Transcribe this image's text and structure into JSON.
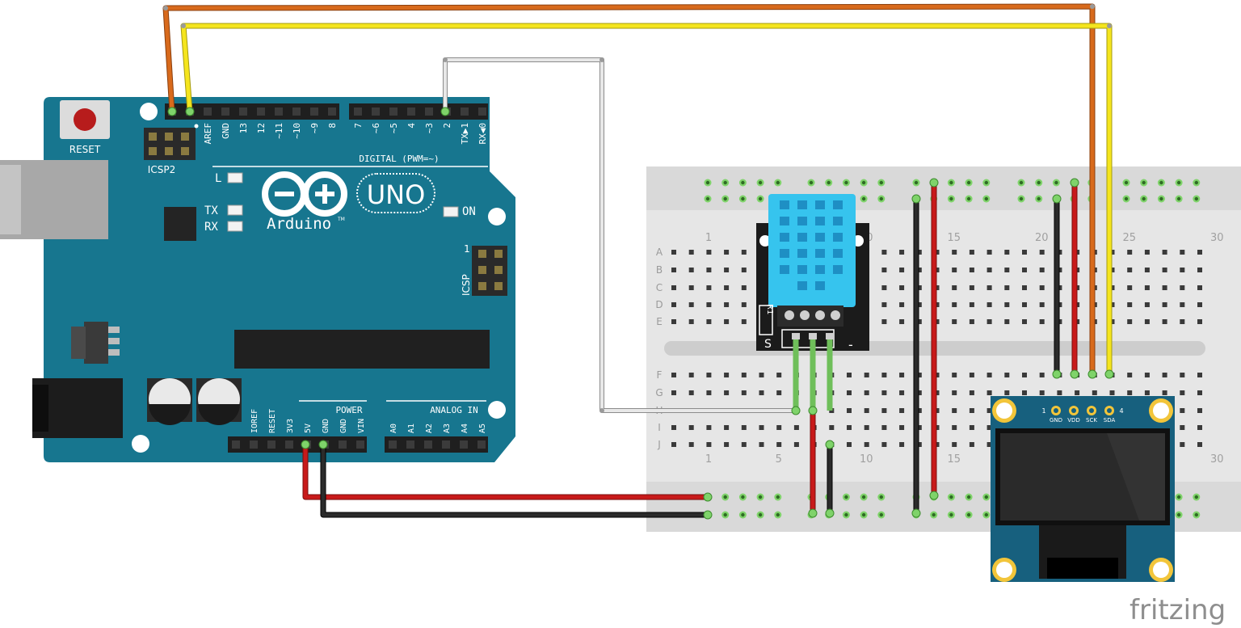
{
  "arduino": {
    "reset_label": "RESET",
    "icsp2_label": "ICSP2",
    "icsp_label": "ICSP",
    "icsp_pin1": "1",
    "logo_text": "Arduino",
    "tm": "TM",
    "model": "UNO",
    "on_label": "ON",
    "led_labels": [
      "L",
      "TX",
      "RX"
    ],
    "digital_header": "DIGITAL (PWM=~)",
    "digital_pins": [
      "AREF",
      "GND",
      "13",
      "12",
      "~11",
      "~10",
      "~9",
      "8",
      "7",
      "~6",
      "~5",
      "4",
      "~3",
      "2",
      "TX▶1",
      "RX◀0"
    ],
    "power_header": "POWER",
    "power_pins": [
      "IOREF",
      "RESET",
      "3V3",
      "5V",
      "GND",
      "GND",
      "VIN"
    ],
    "analog_header": "ANALOG IN",
    "analog_pins": [
      "A0",
      "A1",
      "A2",
      "A3",
      "A4",
      "A5"
    ]
  },
  "breadboard": {
    "row_letters_top": [
      "A",
      "B",
      "C",
      "D",
      "E"
    ],
    "row_letters_bottom": [
      "F",
      "G",
      "H",
      "I",
      "J"
    ],
    "column_numbers": [
      "1",
      "5",
      "10",
      "15",
      "20",
      "25",
      "30"
    ]
  },
  "dht11": {
    "resistor_label": "R1",
    "signal_label": "S",
    "minus_label": "-"
  },
  "oled": {
    "pin_labels": [
      "GND",
      "VDD",
      "SCK",
      "SDA"
    ],
    "pin_first": "1",
    "pin_last": "4"
  },
  "branding": {
    "logo": "fritzing"
  },
  "colors": {
    "board": "#17768f",
    "wire_red": "#c81a1a",
    "wire_black": "#1d1d1d",
    "wire_orange": "#d86a1c",
    "wire_yellow": "#f5e51e",
    "wire_white": "#b8b8b8",
    "wire_green": "#6fbf5a",
    "sensor_blue": "#36c4ee"
  }
}
